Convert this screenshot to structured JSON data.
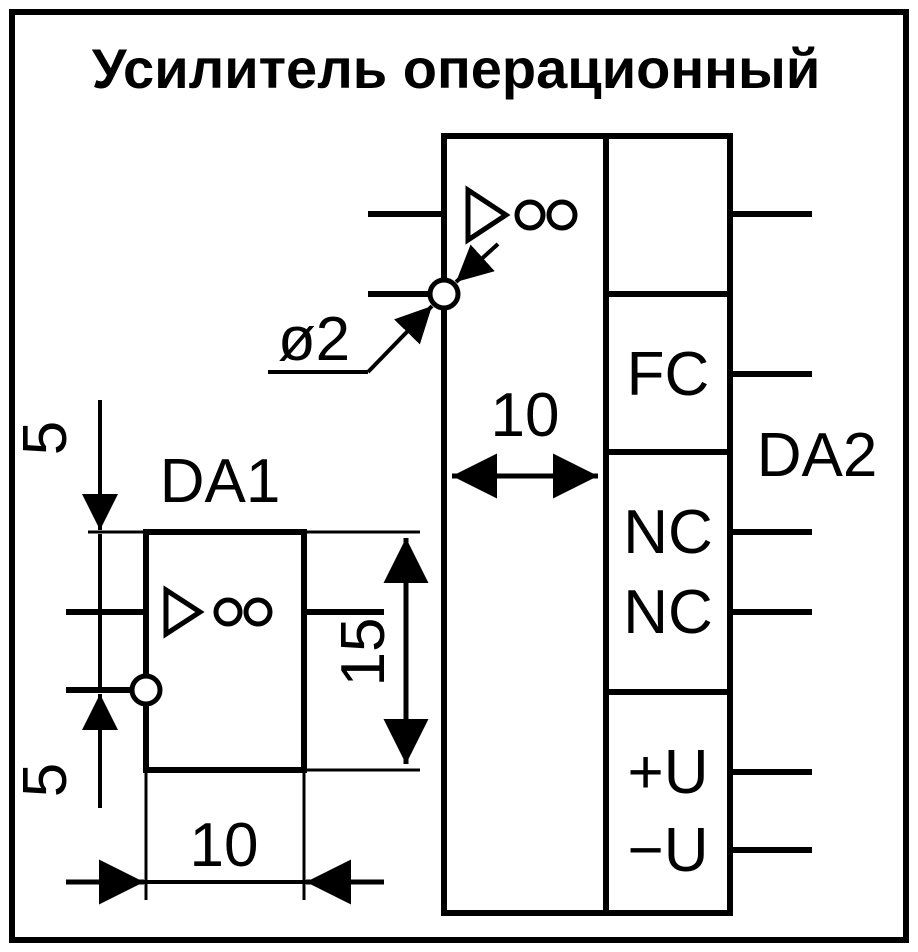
{
  "title": "Усилитель операционный",
  "da1": {
    "name": "DA1",
    "symbol": "▷∞",
    "dim_width": "10",
    "dim_height": "15",
    "dim_pitch_top": "5",
    "dim_pitch_bottom": "5"
  },
  "da2": {
    "name": "DA2",
    "symbol": "▷∞",
    "dim_width": "10",
    "circle_dim": "ø2",
    "pins": {
      "fc": "FC",
      "nc1": "NC",
      "nc2": "NC",
      "plus_u": "+U",
      "minus_u": "−U"
    }
  },
  "colors": {
    "ink": "#000000",
    "paper": "#ffffff"
  }
}
